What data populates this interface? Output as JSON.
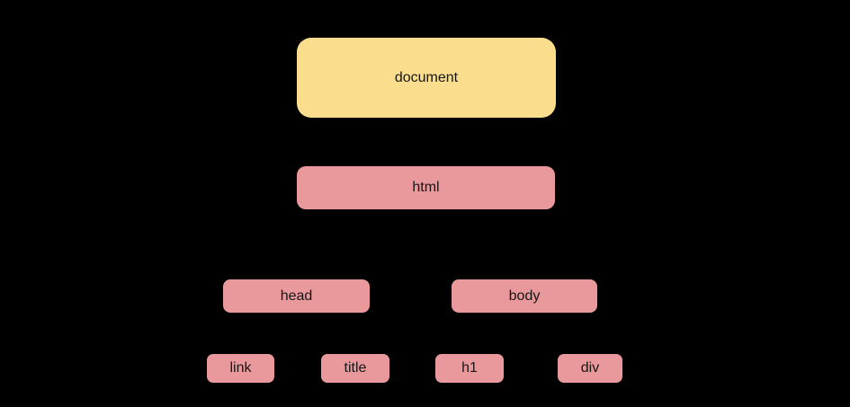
{
  "diagram": {
    "background_color": "#000000",
    "text_color": "#161616",
    "colors": {
      "document_fill": "#FADE8D",
      "element_fill": "#E9989B"
    },
    "nodes": {
      "document": {
        "label": "document",
        "fill": "#FADE8D"
      },
      "html": {
        "label": "html",
        "fill": "#E9989B"
      },
      "head": {
        "label": "head",
        "fill": "#E9989B"
      },
      "body": {
        "label": "body",
        "fill": "#E9989B"
      },
      "link": {
        "label": "link",
        "fill": "#E9989B"
      },
      "title": {
        "label": "title",
        "fill": "#E9989B"
      },
      "h1": {
        "label": "h1",
        "fill": "#E9989B"
      },
      "div": {
        "label": "div",
        "fill": "#E9989B"
      }
    }
  }
}
